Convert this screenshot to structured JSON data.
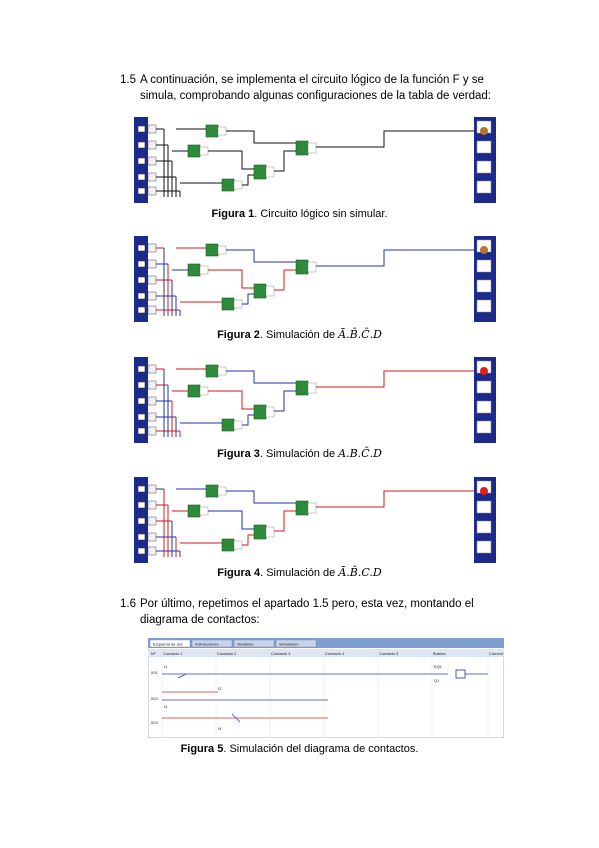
{
  "section_1_5": {
    "number": "1.5",
    "text": "A continuación, se implementa el circuito lógico de la función F y se simula, comprobando algunas configuraciones de la tabla de verdad:"
  },
  "figures": [
    {
      "label": "Figura 1",
      "text": ". Circuito lógico sin simular.",
      "math": ""
    },
    {
      "label": "Figura 2",
      "text": ". Simulación de ",
      "math": "Ā.B̄.C̄.D"
    },
    {
      "label": "Figura 3",
      "text": ". Simulación de ",
      "math": "A.B.C̄.D"
    },
    {
      "label": "Figura 4",
      "text": ". Simulación de ",
      "math": "Ā.B̄.C.D"
    }
  ],
  "section_1_6": {
    "number": "1.6",
    "text": "Por último, repetimos el apartado 1.5 pero, esta vez, montando el diagrama de contactos:"
  },
  "figure5": {
    "label": "Figura 5",
    "text": ". Simulación del diagrama de contactos.",
    "tabs": [
      "Esquema de red",
      "Instrucciones",
      "Variables",
      "Simulación"
    ],
    "columns": [
      "Nº",
      "Contacto 1",
      "Contacto 2",
      "Contacto 3",
      "Contacto 4",
      "Contacto 5",
      "Bobina",
      "Coment"
    ],
    "coil": "EQ1",
    "row_labels": [
      "001",
      "002",
      "003"
    ],
    "contact_labels": [
      "I1",
      "I2",
      "I3",
      "I4"
    ],
    "output_label": "Q1"
  },
  "colors": {
    "panel": "#1c2a8c",
    "wire_off": "#111111",
    "wire_on": "#d01818",
    "wire_low": "#2233aa",
    "gate": "#2e8b3a",
    "lamp_off": "#b8732c",
    "lamp_on": "#e02020"
  }
}
